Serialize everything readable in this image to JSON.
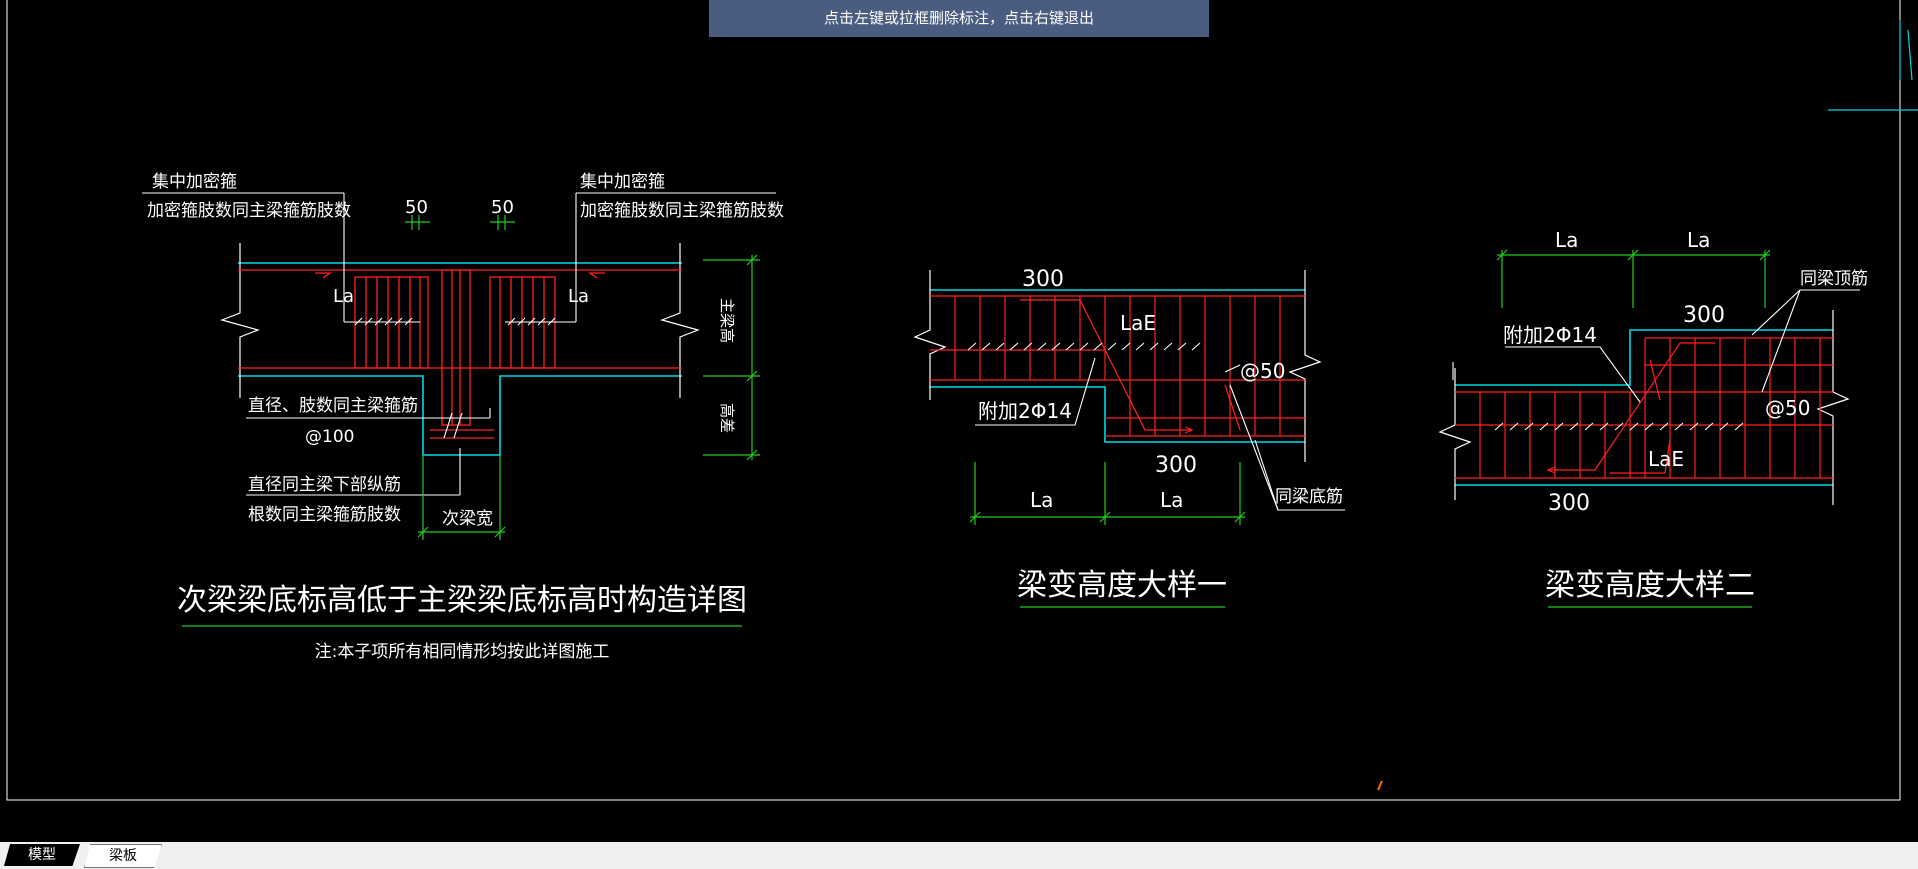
{
  "hint_bar": {
    "text": "点击左键或拉框删除标注，点击右键退出"
  },
  "tabs": [
    {
      "label": "模型",
      "active": true
    },
    {
      "label": "梁板",
      "active": false
    }
  ],
  "colors": {
    "background": "#000000",
    "rebar": "#ff2020",
    "outline": "#00d8e8",
    "dimension": "#22cc22",
    "text": "#ffffff",
    "hint_bg": "#4a5d80"
  },
  "detail1": {
    "title": "次梁梁底标高低于主梁梁底标高时构造详图",
    "note": "注:本子项所有相同情形均按此详图施工",
    "left_label_1": "集中加密箍",
    "left_label_2": "加密箍肢数同主梁箍筋肢数",
    "right_label_1": "集中加密箍",
    "right_label_2": "加密箍肢数同主梁箍筋肢数",
    "dim_50_left": "50",
    "dim_50_right": "50",
    "la_left": "La",
    "la_right": "La",
    "mid_label_1": "直径、肢数同主梁箍筋",
    "mid_label_2": "@100",
    "bottom_label_1": "直径同主梁下部纵筋",
    "bottom_label_2": "根数同主梁箍筋肢数",
    "secondary_width": "次梁宽",
    "main_beam_height": "主梁高",
    "height_diff": "高差"
  },
  "detail2": {
    "title": "梁变高度大样一",
    "dim_300_top": "300",
    "dim_300_bottom": "300",
    "lae": "LaE",
    "at50": "@50",
    "extra": "附加2Φ14",
    "la_1": "La",
    "la_2": "La",
    "bottom_bar": "同梁底筋"
  },
  "detail3": {
    "title": "梁变高度大样二",
    "la_1": "La",
    "la_2": "La",
    "top_bar": "同梁顶筋",
    "dim_300_top": "300",
    "dim_300_bottom": "300",
    "extra": "附加2Φ14",
    "at50": "@50",
    "lae": "LaE"
  }
}
